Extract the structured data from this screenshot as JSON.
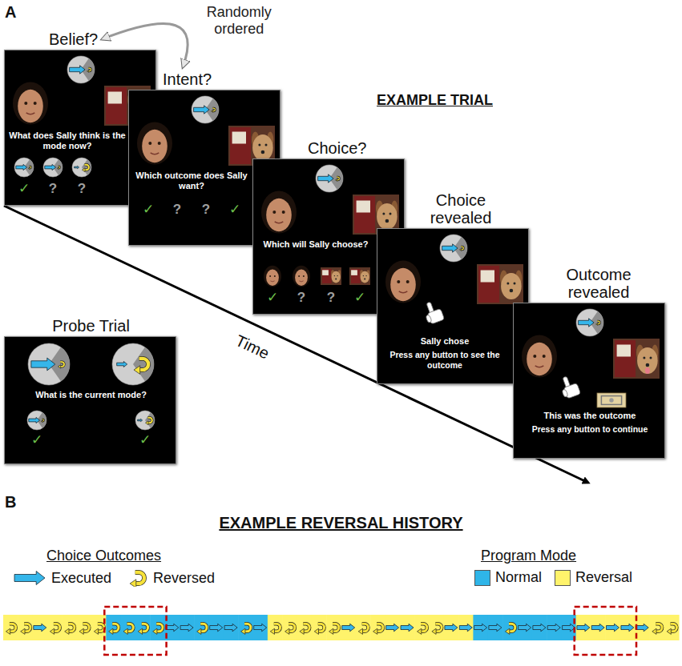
{
  "diagram": {
    "nodes": [
      {
        "text": [
          "Belief?",
          "What does Sally think is the mode now?",
          "✓",
          "?",
          "?"
        ]
      },
      {
        "text": [
          "Intent?",
          "Which outcome does Sally want?",
          "✓",
          "?",
          "?",
          "✓"
        ]
      },
      {
        "text": [
          "Choice?",
          "Which will Sally choose?",
          "✓",
          "?",
          "?",
          "✓"
        ]
      },
      {
        "text": [
          "Choice revealed",
          "Sally chose",
          "Press any button to see the outcome"
        ]
      },
      {
        "text": [
          "Outcome revealed",
          "This was the outcome",
          "Press any button to continue"
        ]
      },
      {
        "text": [
          "Probe Trial",
          "What is the current mode?",
          "✓",
          "✓"
        ]
      }
    ],
    "edges": [
      {
        "from": 0,
        "to": 1,
        "arrow": "both",
        "label": "Randomly ordered"
      }
    ],
    "labels": [
      "A",
      "EXAMPLE TRIAL",
      "Time",
      "B",
      "EXAMPLE REVERSAL HISTORY",
      "Choice Outcomes",
      "Program Mode"
    ],
    "legend": [
      {
        "text": "Executed"
      },
      {
        "text": "Reversed"
      },
      {
        "text": "Normal",
        "color": "#2fb5e8"
      },
      {
        "text": "Reversal",
        "color": "#fff36b"
      }
    ]
  }
}
